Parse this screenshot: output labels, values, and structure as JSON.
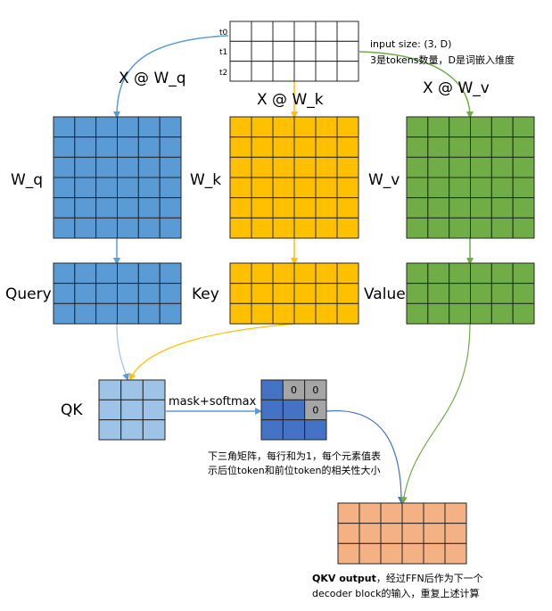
{
  "input": {
    "row_labels": [
      "t0",
      "t1",
      "t2"
    ],
    "note_line1": "input size: (3, D)",
    "note_line2": "3是tokens数量，D是词嵌入维度"
  },
  "projections": {
    "q_op": "X @ W_q",
    "k_op": "X @ W_k",
    "v_op": "X @ W_v"
  },
  "weights": {
    "q_label": "W_q",
    "k_label": "W_k",
    "v_label": "W_v"
  },
  "outputs": {
    "query_label": "Query",
    "key_label": "Key",
    "value_label": "Value"
  },
  "scores": {
    "qk_label": "QK",
    "step_label": "mask+softmax",
    "mask_value": "0",
    "note_line1": "下三角矩阵，每行和为1，每个元素值表",
    "note_line2": "示后位token和前位token的相关性大小"
  },
  "result": {
    "title_bold": "QKV output",
    "title_rest": "，经过FFN后作为下一个",
    "line2": "decoder block的输入，重复上述计算"
  },
  "colors": {
    "blue": "#5b9bd5",
    "orange": "#ffc000",
    "green": "#70ad47",
    "light_blue": "#9dc3e6",
    "dark_blue": "#4472c4",
    "salmon": "#f4b183",
    "grey_cell": "#a5a5a5",
    "border": "#262626"
  }
}
